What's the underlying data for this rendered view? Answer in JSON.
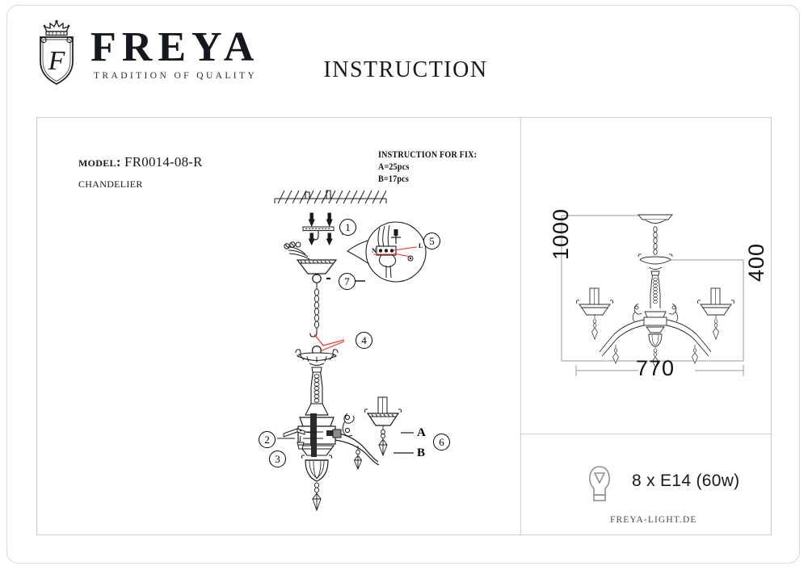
{
  "brand": {
    "name": "FREYA",
    "tagline": "TRADITION OF QUALITY",
    "crest_letter": "F"
  },
  "header": {
    "title": "INSTRUCTION"
  },
  "product": {
    "model_key": "MODEL:",
    "model_value": "FR0014-08-R",
    "type": "CHANDELIER"
  },
  "fix": {
    "title": "INSTRUCTION FOR FIX:",
    "line_a": "A=25pcs",
    "line_b": "B=17pcs"
  },
  "callouts": {
    "c1": "1",
    "c2": "2",
    "c3": "3",
    "c4": "4",
    "c5": "5",
    "c6": "6",
    "c7": "7"
  },
  "crystal_labels": {
    "a": "A",
    "b": "B"
  },
  "wiring": {
    "neutral": "N",
    "live": "L"
  },
  "dimensions": {
    "height_total": "1000",
    "height_body": "400",
    "width": "770"
  },
  "lamp": {
    "spec": "8 x E14 (60w)"
  },
  "footer": {
    "website": "FREYA-LIGHT.DE"
  },
  "colors": {
    "ink": "#111111",
    "wire_red": "#e8352a",
    "frame": "#cfcfcf"
  }
}
